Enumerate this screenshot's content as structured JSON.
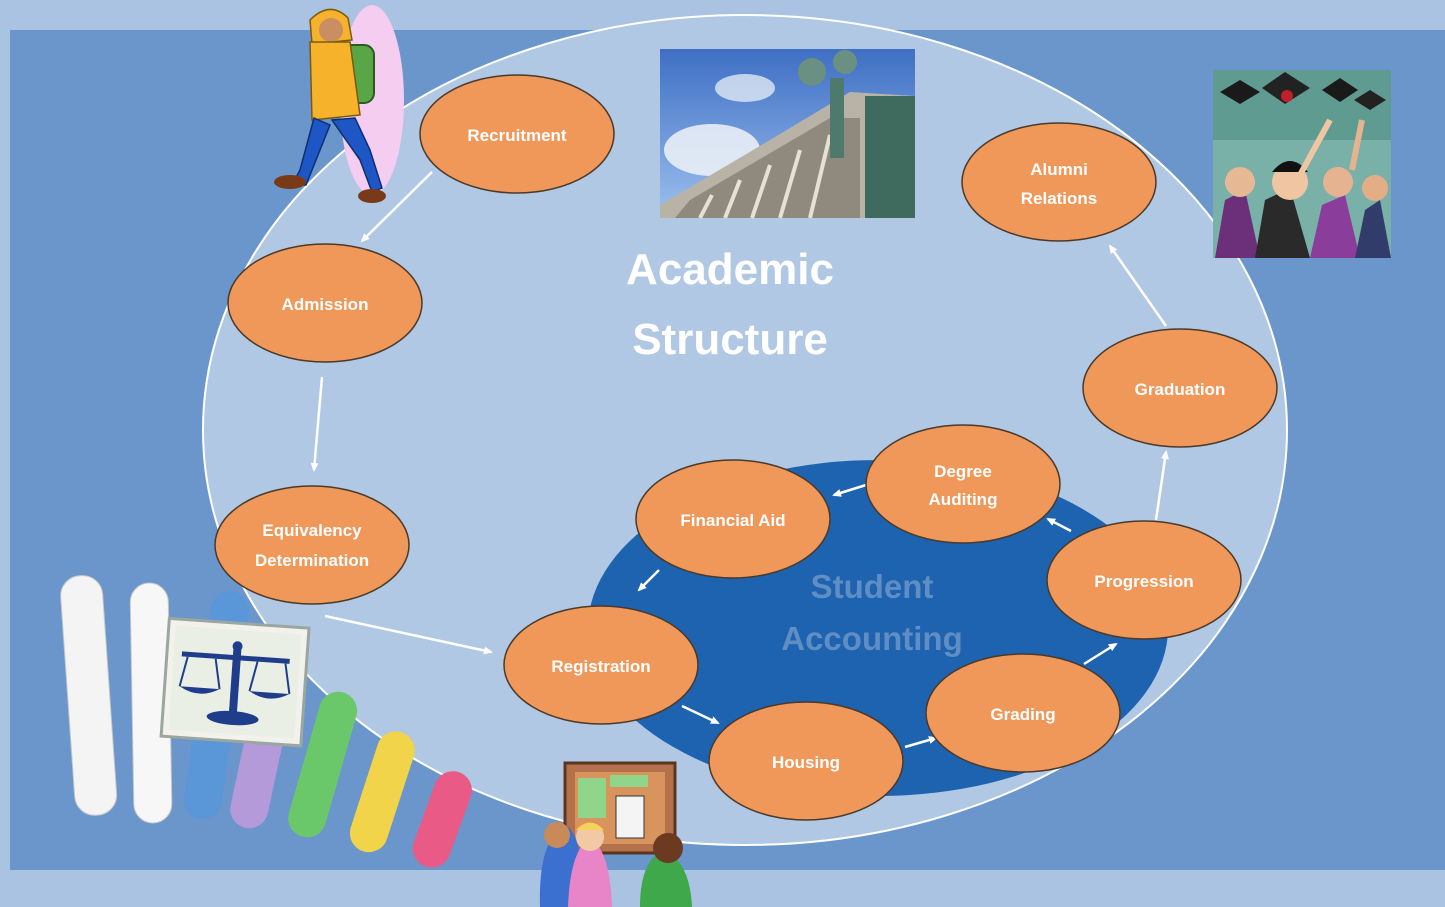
{
  "title": {
    "line1": "Academic",
    "line2": "Structure"
  },
  "inner_title": {
    "line1": "Student",
    "line2": "Accounting"
  },
  "nodes": {
    "recruitment": [
      "Recruitment"
    ],
    "admission": [
      "Admission"
    ],
    "equivalency": [
      "Equivalency",
      "Determination"
    ],
    "registration": [
      "Registration"
    ],
    "housing": [
      "Housing"
    ],
    "grading": [
      "Grading"
    ],
    "progression": [
      "Progression"
    ],
    "degree_auditing": [
      "Degree",
      "Auditing"
    ],
    "financial_aid": [
      "Financial Aid"
    ],
    "graduation": [
      "Graduation"
    ],
    "alumni_relations": [
      "Alumni",
      "Relations"
    ]
  },
  "colors": {
    "node_fill": "#f0975a",
    "outer_ellipse": "#b0c8e4",
    "inner_ellipse": "#1d63b0",
    "panel": "#6a96cc"
  },
  "icons": {
    "student": "student-with-backpack-illustration",
    "building": "library-building-photo",
    "graduates": "graduation-celebration-illustration",
    "chalk": "chalk-sticks-illustration",
    "scales": "scales-of-justice-icon",
    "bulletin": "students-at-bulletin-board-illustration"
  }
}
